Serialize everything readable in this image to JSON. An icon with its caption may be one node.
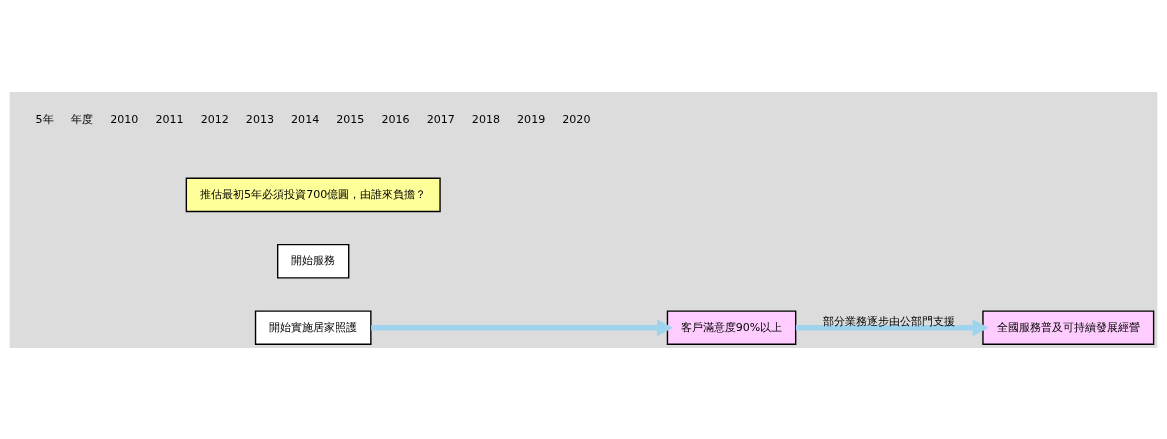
{
  "diagram": {
    "nodes": [
      {
        "text": [
          "開始實施居家照護"
        ]
      },
      {
        "text": [
          "開始服務"
        ]
      },
      {
        "text": [
          "客戶滿意度90%以上"
        ]
      },
      {
        "text": [
          "全國服務普及可持續發展經營"
        ]
      },
      {
        "text": [
          "推估最初5年必須投資700億圓，由誰來負擔？"
        ]
      }
    ],
    "edges": [
      {
        "from": 0,
        "to": 2,
        "arrow": "to"
      },
      {
        "from": 2,
        "to": 3,
        "arrow": "to",
        "label": "部分業務逐步由公部門支援"
      }
    ],
    "labels": [
      "5年",
      "年度",
      "2010",
      "2011",
      "2012",
      "2013",
      "2014",
      "2015",
      "2016",
      "2017",
      "2018",
      "2019",
      "2020"
    ]
  }
}
